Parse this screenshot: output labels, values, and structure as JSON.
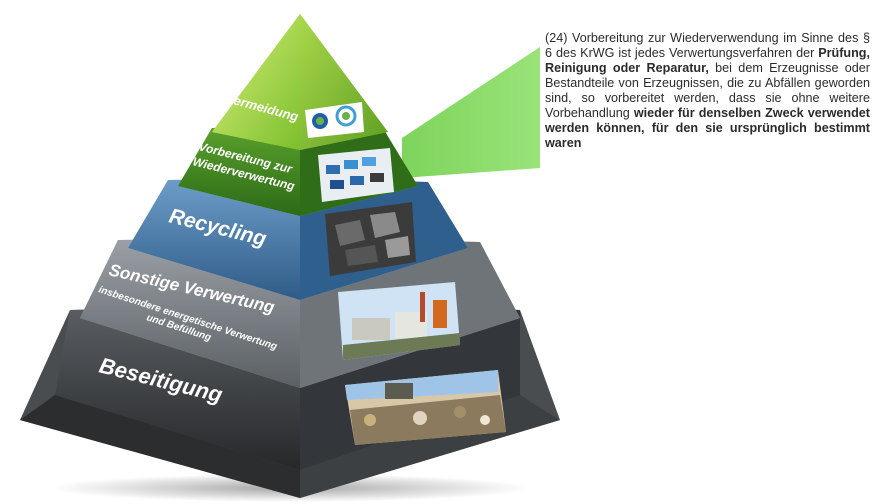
{
  "pyramid": {
    "levels": [
      {
        "key": "vermeidung",
        "label": "Vermeidung",
        "color": "#8cc63f",
        "top_color": "#b5e063",
        "image": "eco-labels"
      },
      {
        "key": "vorbereitung",
        "label_line1": "Vorbereitung zur",
        "label_line2": "Wiederverwertung",
        "color": "#4e9a2a",
        "top_color": "#7cc446",
        "image": "toy-cars"
      },
      {
        "key": "recycling",
        "label": "Recycling",
        "color": "#3e6f9c",
        "top_color": "#8bb3d8",
        "image": "scrap-metal"
      },
      {
        "key": "sonstige",
        "label": "Sonstige Verwertung",
        "sublabel_line1": "insbesondere energetische Verwertung",
        "sublabel_line2": "und Befüllung",
        "color": "#6e7378",
        "top_color": "#b8bcc0",
        "image": "incineration-plant"
      },
      {
        "key": "beseitigung",
        "label": "Beseitigung",
        "color": "#3a3d40",
        "top_color": "#8a8e92",
        "image": "landfill"
      }
    ]
  },
  "note": {
    "p1": "(24) Vorbereitung zur Wiederverwendung im Sinne des § 6 des KrWG ist jedes Verwertungs­verfahren der ",
    "b1": "Prüfung, Reinigung oder Reparatur,",
    "p2": " bei dem Erzeugnisse oder Bestandteile von Erzeugnissen, die zu Abfällen geworden sind, so vorbereitet werden, dass sie ohne weitere Vorbehandlung ",
    "b2": "wieder für denselben Zweck verwendet werden können, für den sie ursprünglich bestimmt waren"
  }
}
